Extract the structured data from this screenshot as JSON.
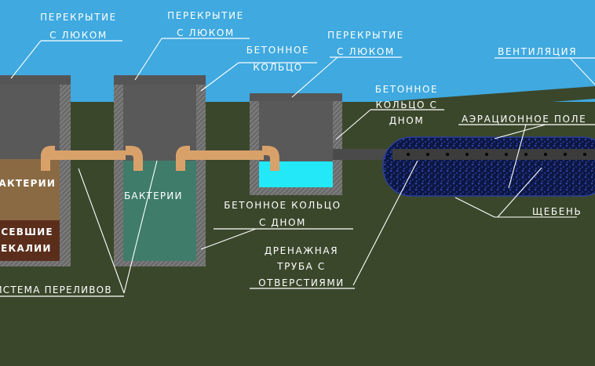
{
  "labels": {
    "cover1": [
      "ПЕРЕКРЫТИЕ",
      "С ЛЮКОМ"
    ],
    "cover2": [
      "ПЕРЕКРЫТИЕ",
      "С ЛЮКОМ"
    ],
    "concrete_ring": [
      "БЕТОННОЕ",
      "КОЛЬЦО"
    ],
    "cover3": [
      "ПЕРЕКРЫТИЕ",
      "С ЛЮКОМ"
    ],
    "ventilation": "ВЕНТИЛЯЦИЯ",
    "ring_bottom_right": [
      "БЕТОННОЕ",
      "КОЛЬЦО С",
      "ДНОМ"
    ],
    "aeration_field": "АЭРАЦИОННОЕ ПОЛЕ",
    "gravel": "ЩЕБЕНЬ",
    "ring_bottom_mid": [
      "БЕТОННОЕ КОЛЬЦО",
      "С ДНОМ"
    ],
    "drain_pipe": [
      "ДРЕНАЖНАЯ",
      "ТРУБА С",
      "ОТВЕРСТИЯМИ"
    ],
    "overflow_system": "СИСТЕМА ПЕРЕЛИВОВ",
    "bacteria_tank1": "БАКТЕРИИ",
    "settled_feces": [
      "ОСЕВШИЕ",
      "ФЕКАЛИИ"
    ],
    "bacteria_tank2": "БАКТЕРИИ"
  },
  "colors": {
    "sky": "#3fa9e0",
    "ground": "#3b472b",
    "concrete": "#646464",
    "tank_interior": "#595959",
    "pipe": "#d9a16a",
    "tank1_liquid": "#8a6a43",
    "tank1_sludge": "#5b2e1c",
    "tank2_liquid": "#3f7c69",
    "tank3_water": "#23e8f7",
    "gravel": "#101a4a"
  }
}
